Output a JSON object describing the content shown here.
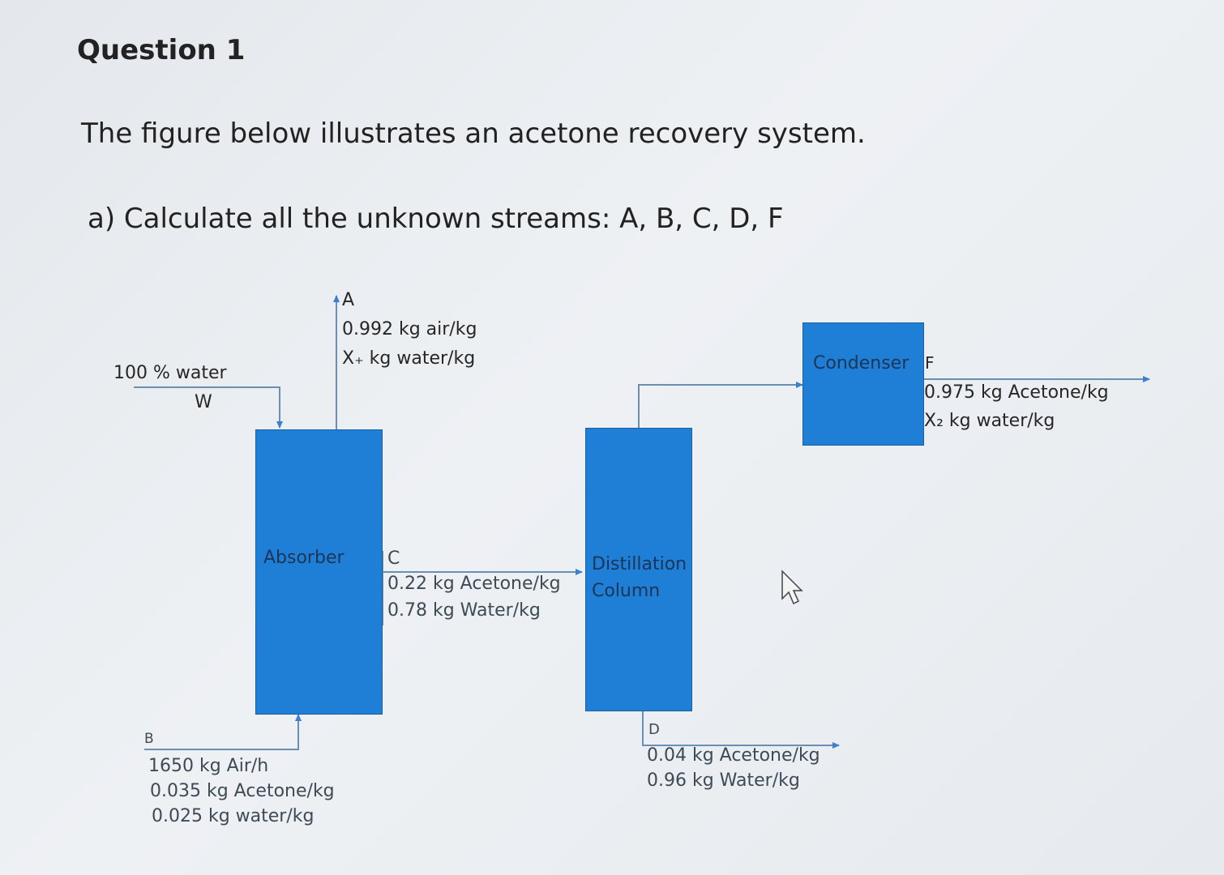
{
  "question": {
    "heading": "Question 1",
    "intro": "The figure below illustrates an acetone recovery system.",
    "part_a": "a) Calculate all the unknown streams: A, B, C, D, F"
  },
  "diagram": {
    "units": {
      "absorber": "Absorber",
      "distillation_line1": "Distillation",
      "distillation_line2": "Column",
      "condenser": "Condenser"
    },
    "streams": {
      "W": {
        "label_top": "100 % water",
        "label": "W"
      },
      "A": {
        "label": "A",
        "line1": "0.992 kg air/kg",
        "line2": "X₊ kg water/kg"
      },
      "B": {
        "label": "B",
        "line1": "1650 kg Air/h",
        "line2": "0.035 kg Acetone/kg",
        "line3": "0.025 kg water/kg"
      },
      "C": {
        "label": "C",
        "line1": "0.22 kg Acetone/kg",
        "line2": "0.78 kg Water/kg"
      },
      "D": {
        "label": "D",
        "line1": "0.04 kg Acetone/kg",
        "line2": "0.96 kg Water/kg"
      },
      "F": {
        "label": "F",
        "line1": "0.975 kg Acetone/kg",
        "line2": "X₂ kg water/kg"
      }
    },
    "colors": {
      "unit_fill": "#1f7fd6",
      "stream_line": "#6a8fb0",
      "arrow": "#3a7fd0"
    },
    "icons": {
      "cursor": "mouse-pointer-icon"
    }
  }
}
